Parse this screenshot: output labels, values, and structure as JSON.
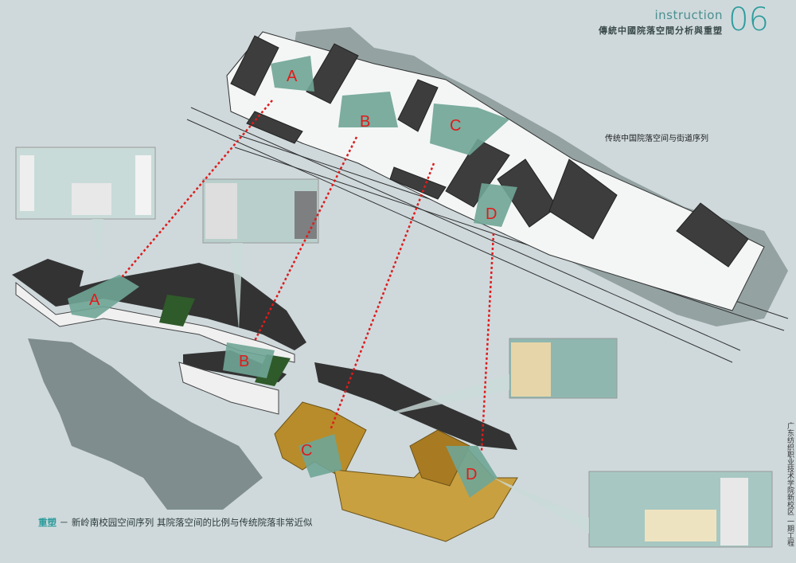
{
  "header": {
    "label_en": "instruction",
    "number": "06",
    "title_cn": "傳統中國院落空間分析與重塑"
  },
  "labels": {
    "street_sequence": "传统中国院落空间与街道序列"
  },
  "courtyards": [
    "A",
    "B",
    "C",
    "D"
  ],
  "caption": {
    "emphasis": "重塑",
    "dash": "－",
    "text": "新岭南校园空间序列  其院落空间的比例与传统院落非常近似"
  },
  "vertical_note": "广东纺织职业技术学院新校区 一期工程",
  "colors": {
    "background": "#cfd9dc",
    "courtyard": "#6fa596",
    "roof_dark": "#3a3a3a",
    "roof_gold": "#b88c2a",
    "arrow_red": "#e01b1b",
    "accent": "#2e9c9c"
  }
}
